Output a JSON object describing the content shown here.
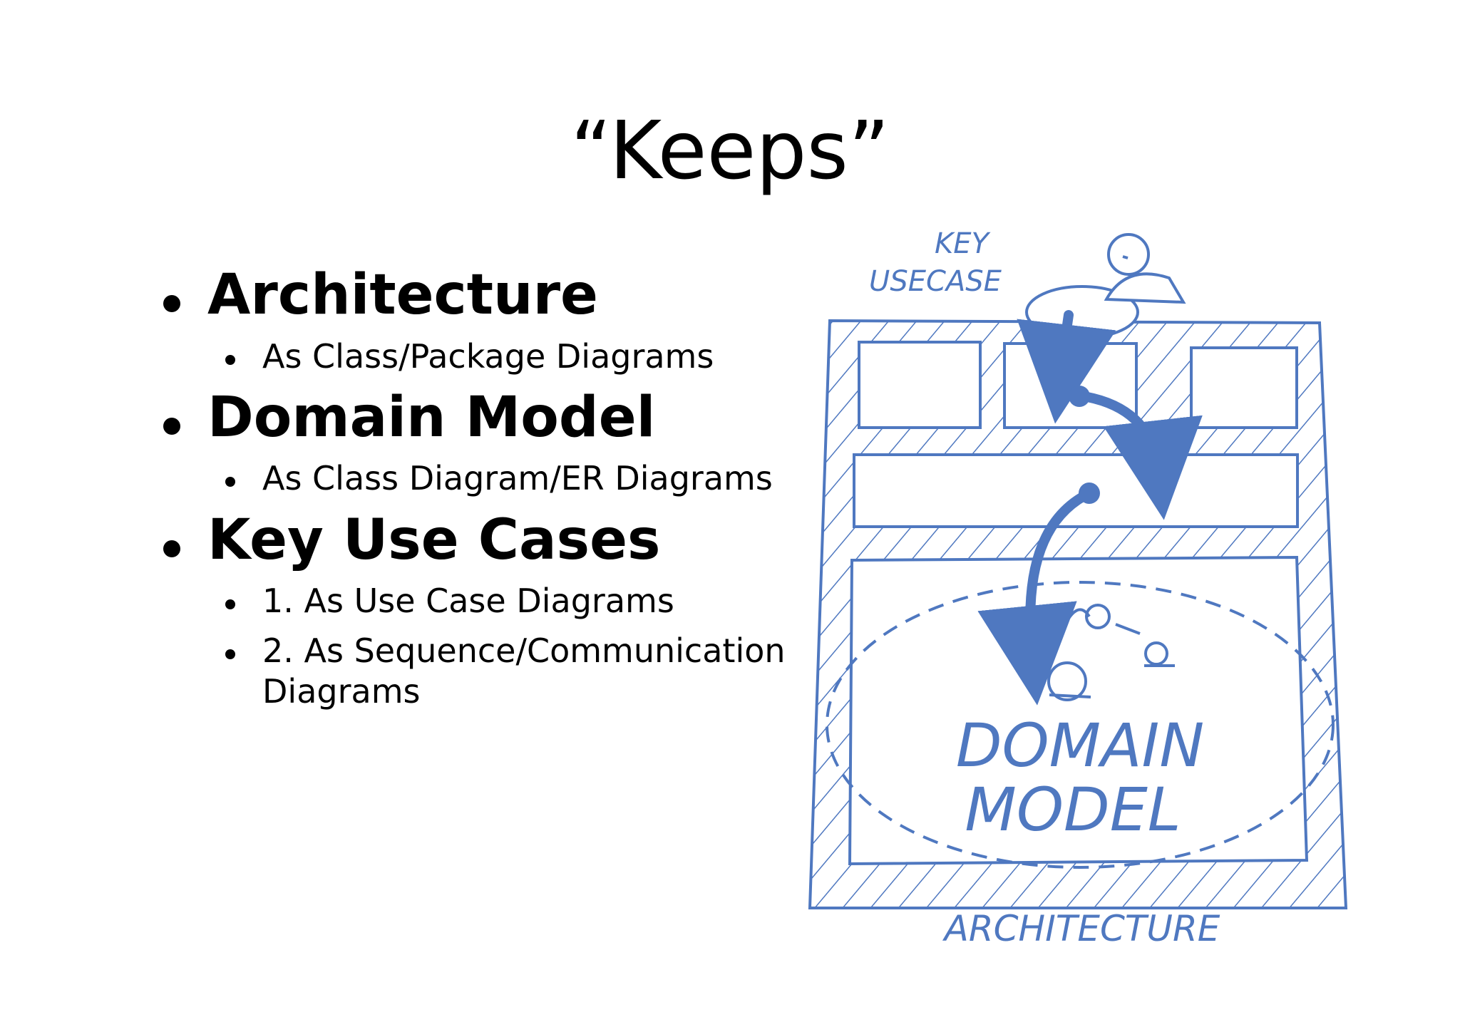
{
  "title": "“Keeps”",
  "bullets": [
    {
      "label": "Architecture",
      "sub": [
        "As Class/Package Diagrams"
      ]
    },
    {
      "label": "Domain Model",
      "sub": [
        "As Class Diagram/ER Diagrams"
      ]
    },
    {
      "label": "Key Use Cases",
      "sub": [
        "1. As Use Case Diagrams",
        "2. As Sequence/Communication Diagrams"
      ]
    }
  ],
  "sketch": {
    "key_usecase_line1": "KEY",
    "key_usecase_line2": "USECASE",
    "domain_line1": "DOMAIN",
    "domain_line2": "MODEL",
    "architecture": "ARCHITECTURE"
  },
  "colors": {
    "sketch_blue": "#4f78c0",
    "text": "#000000",
    "background": "#ffffff"
  }
}
